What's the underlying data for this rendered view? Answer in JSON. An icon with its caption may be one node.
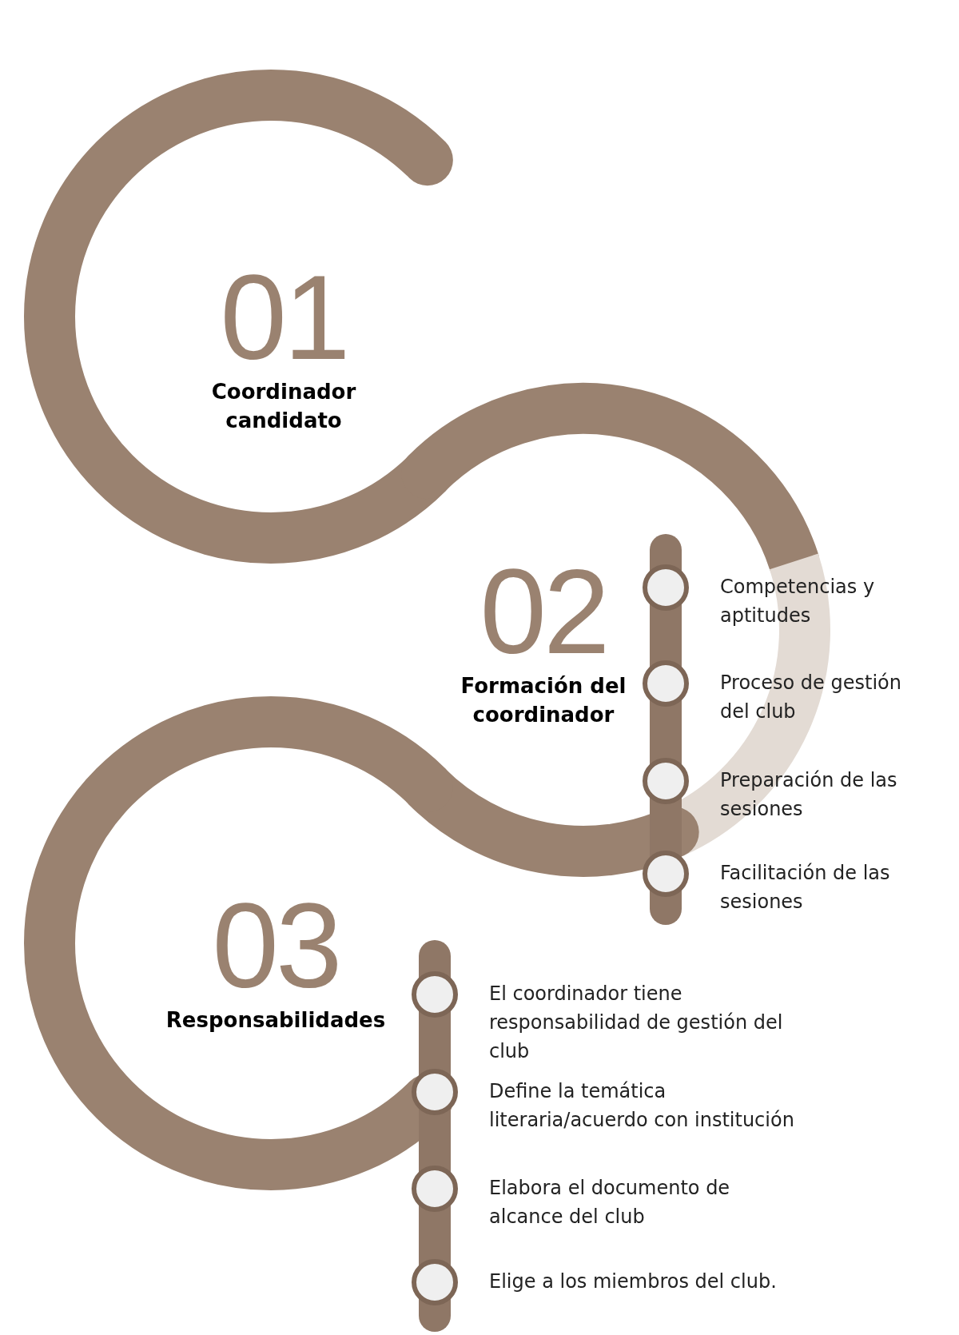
{
  "diagram": {
    "nodes": [
      {
        "text": [
          "01",
          "Coordinador candidato"
        ]
      },
      {
        "text": [
          "02",
          "Formación del coordinador"
        ]
      },
      {
        "text": [
          "Competencias y aptitudes"
        ]
      },
      {
        "text": [
          "Proceso de gestión del club"
        ]
      },
      {
        "text": [
          "Preparación de las sesiones"
        ]
      },
      {
        "text": [
          "Facilitación de las sesiones"
        ]
      },
      {
        "text": [
          "03",
          "Responsabilidades"
        ]
      },
      {
        "text": [
          "El coordinador tiene responsabilidad de gestión del club"
        ]
      },
      {
        "text": [
          "Define la temática literaria/acuerdo con institución"
        ]
      },
      {
        "text": [
          "Elabora el documento de alcance del club"
        ]
      },
      {
        "text": [
          "Elige a los miembros del club."
        ]
      }
    ]
  }
}
